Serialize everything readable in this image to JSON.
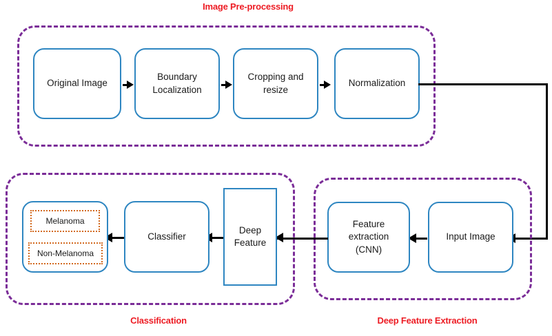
{
  "diagram": {
    "title_preprocessing": "Image Pre-processing",
    "title_classification": "Classification",
    "title_feature_extraction": "Deep Feature Extraction",
    "colors": {
      "group_border": "#7B2D98",
      "node_border": "#2E86C1",
      "chip_border": "#D2691E",
      "title_text": "#ED1C24",
      "connector": "#000000",
      "background": "#FFFFFF"
    },
    "groups": [
      {
        "id": "preprocessing",
        "label": "Image Pre-processing"
      },
      {
        "id": "classification",
        "label": "Classification"
      },
      {
        "id": "feature-extraction",
        "label": "Deep Feature Extraction"
      }
    ],
    "preprocessing_nodes": [
      {
        "label": "Original Image"
      },
      {
        "label": "Boundary Localization"
      },
      {
        "label": "Cropping and resize"
      },
      {
        "label": "Normalization"
      }
    ],
    "feature_extraction_nodes": [
      {
        "label": "Feature extraction (CNN)"
      },
      {
        "label": "Input Image"
      }
    ],
    "classification_nodes": [
      {
        "label": "Deep Feature"
      },
      {
        "label": "Classifier"
      }
    ],
    "classification_outputs": [
      {
        "label": "Melanoma"
      },
      {
        "label": "Non-Melanoma"
      }
    ]
  }
}
